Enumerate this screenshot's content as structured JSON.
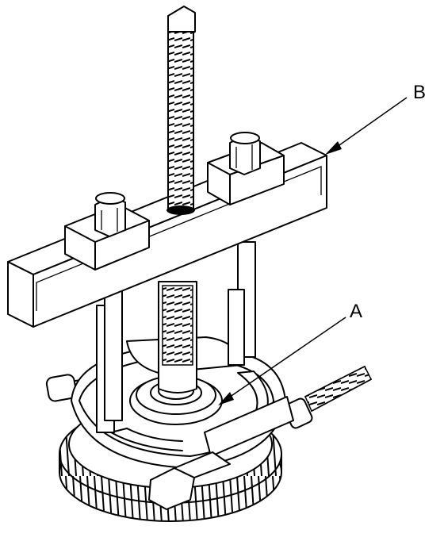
{
  "figure": {
    "callouts": [
      {
        "id": "B",
        "text": "B"
      },
      {
        "id": "A",
        "text": "A"
      }
    ],
    "colors": {
      "line": "#000000",
      "background": "#ffffff",
      "shade": "#bdbdbd"
    }
  }
}
